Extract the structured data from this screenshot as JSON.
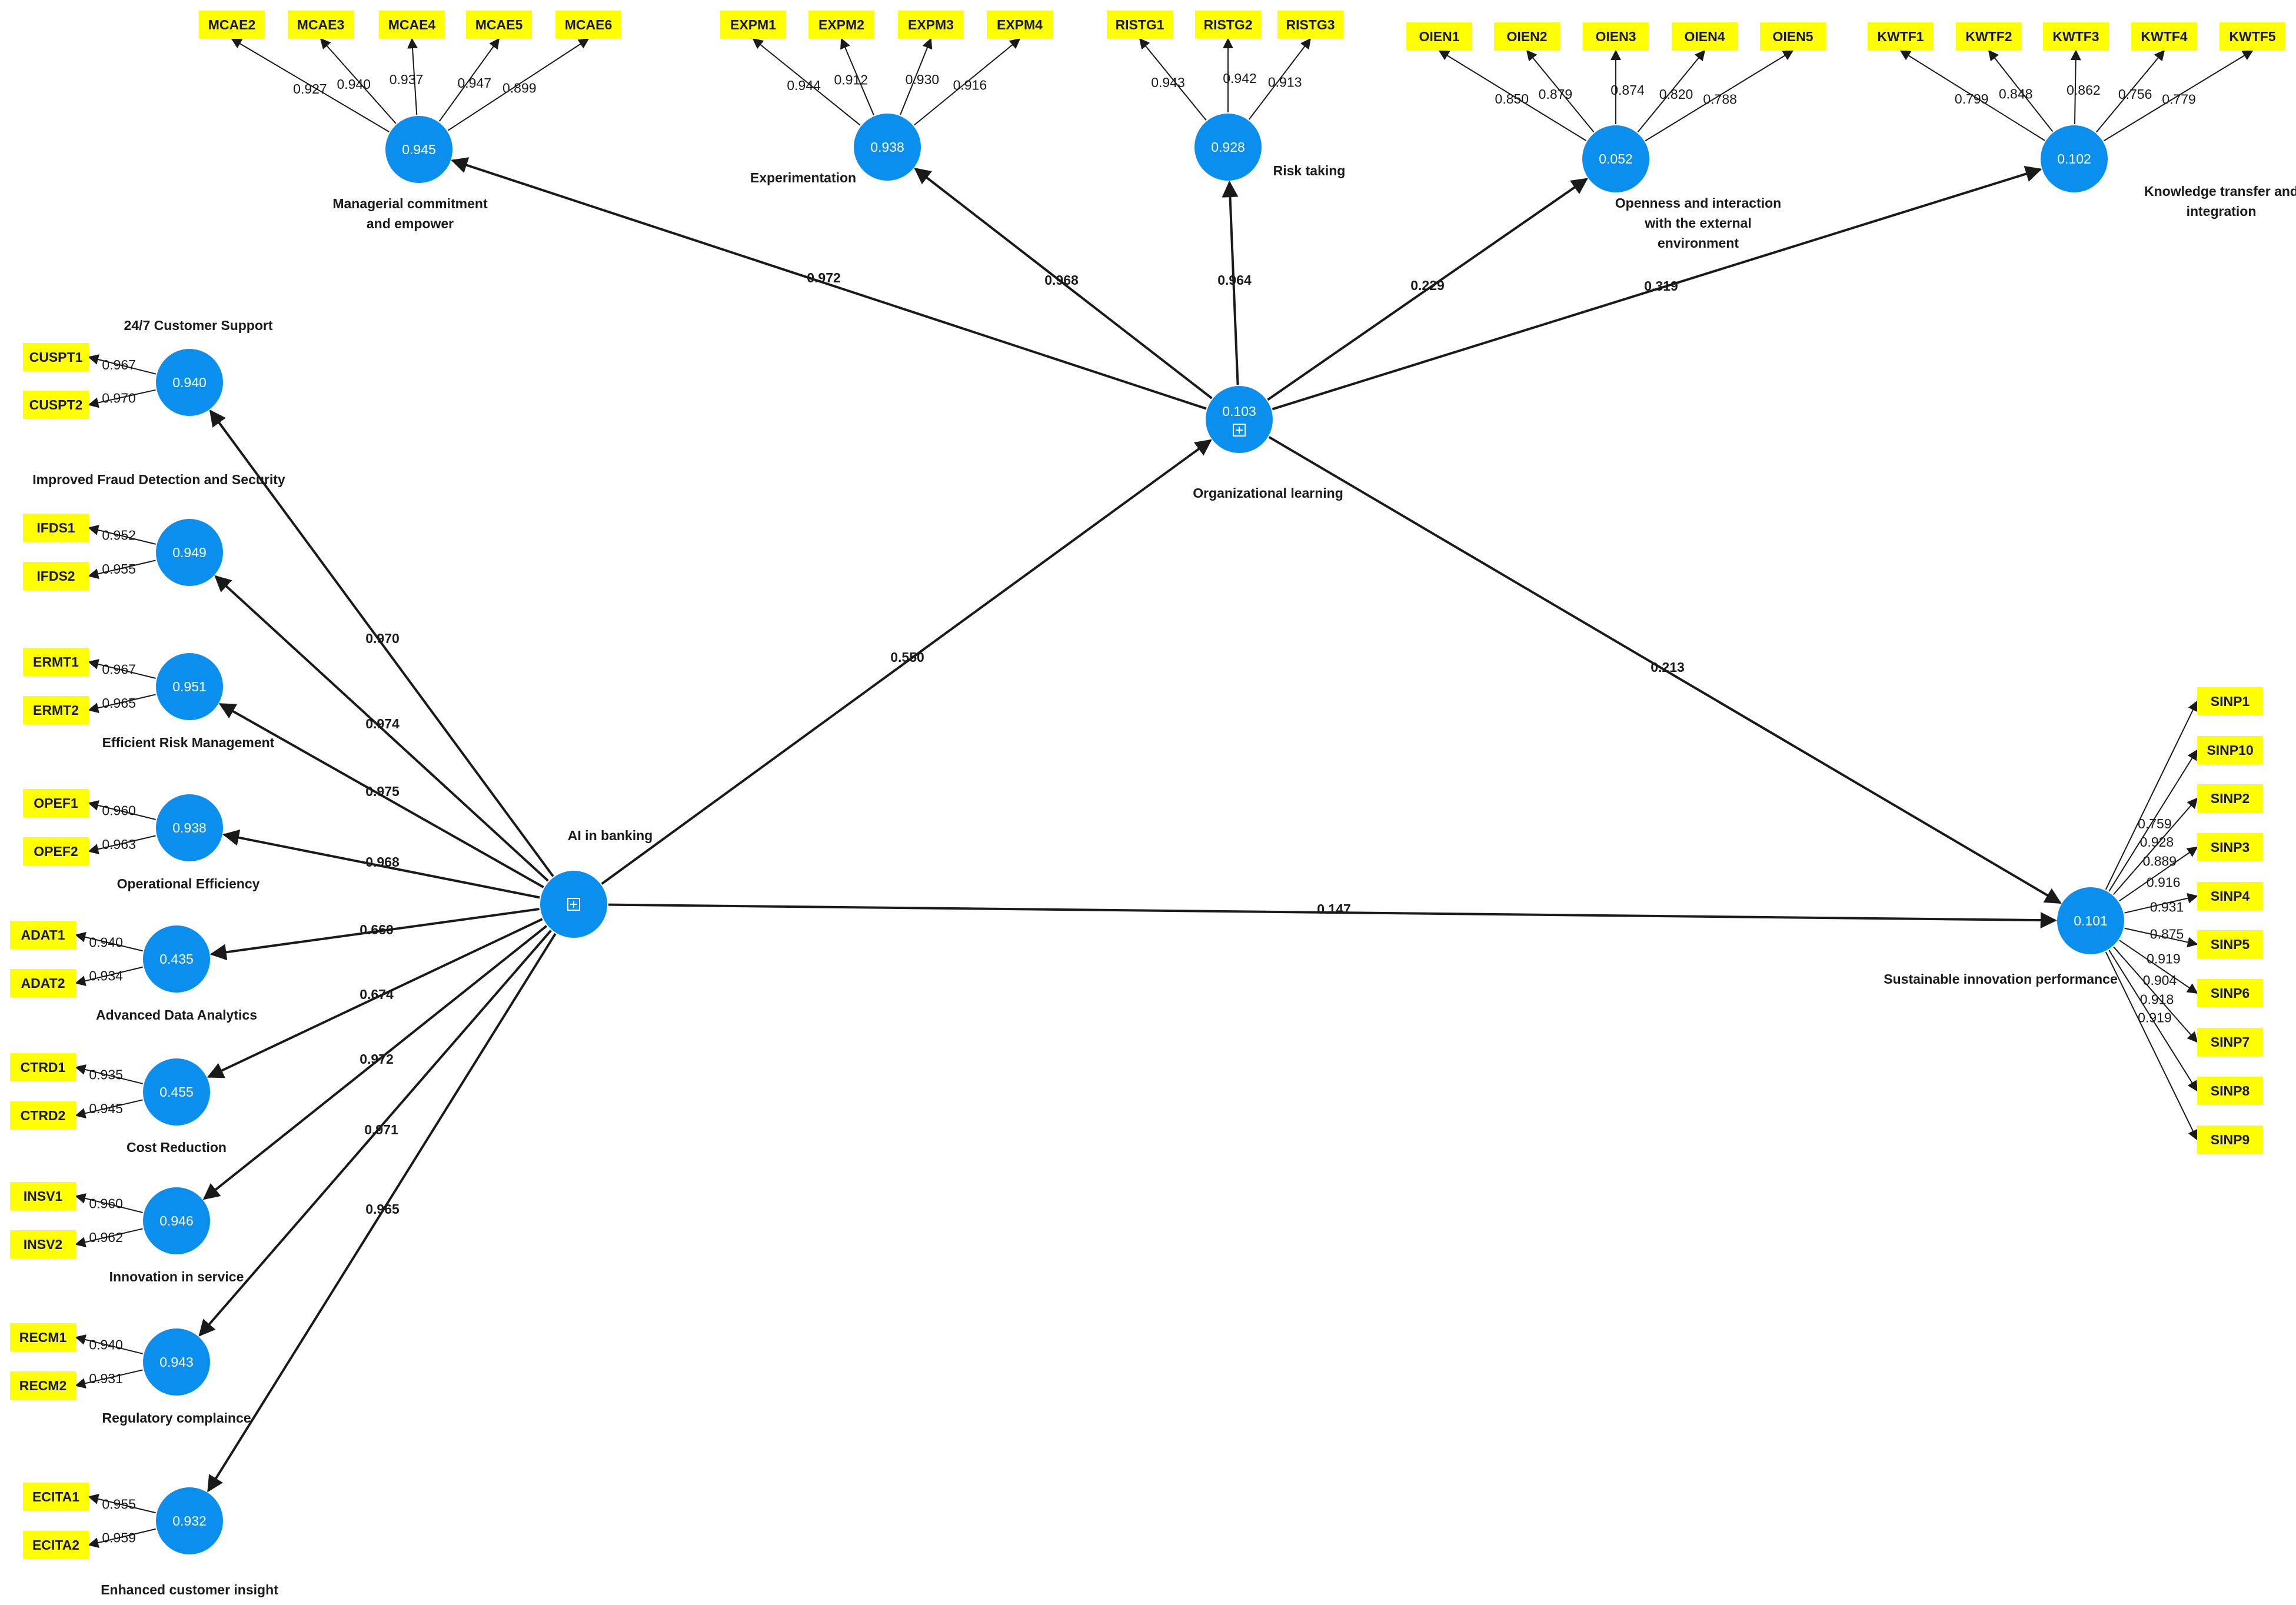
{
  "colors": {
    "construct_fill": "#0a8fef",
    "indicator_fill": "#ffff00",
    "line": "#1a1a1a",
    "value_text": "#ffffff"
  },
  "constructs": [
    {
      "id": "mcae",
      "name_lines": [
        "Managerial commitment",
        "and empower"
      ],
      "value": "0.945"
    },
    {
      "id": "expm",
      "name_lines": [
        "Experimentation"
      ],
      "value": "0.938"
    },
    {
      "id": "ristg",
      "name_lines": [
        "Risk taking"
      ],
      "value": "0.928"
    },
    {
      "id": "oien",
      "name_lines": [
        "Openness and interaction",
        "with the external",
        "environment"
      ],
      "value": "0.052"
    },
    {
      "id": "kwtf",
      "name_lines": [
        "Knowledge transfer and",
        "integration"
      ],
      "value": "0.102"
    },
    {
      "id": "ol",
      "name_lines": [
        "Organizational learning"
      ],
      "value": "0.103",
      "icon": "expand-icon"
    },
    {
      "id": "aib",
      "name_lines": [
        "AI in banking"
      ],
      "value": "",
      "icon": "expand-icon"
    },
    {
      "id": "sinp",
      "name_lines": [
        "Sustainable innovation performance"
      ],
      "value": "0.101"
    },
    {
      "id": "cuspt",
      "name_lines": [
        "24/7 Customer Support"
      ],
      "value": "0.940"
    },
    {
      "id": "ifds",
      "name_lines": [
        "Improved Fraud Detection and Security"
      ],
      "value": "0.949"
    },
    {
      "id": "ermt",
      "name_lines": [
        "Efficient Risk Management"
      ],
      "value": "0.951"
    },
    {
      "id": "opef",
      "name_lines": [
        "Operational Efficiency"
      ],
      "value": "0.938"
    },
    {
      "id": "adat",
      "name_lines": [
        "Advanced Data Analytics"
      ],
      "value": "0.435"
    },
    {
      "id": "ctrd",
      "name_lines": [
        "Cost Reduction"
      ],
      "value": "0.455"
    },
    {
      "id": "insv",
      "name_lines": [
        "Innovation in service"
      ],
      "value": "0.946"
    },
    {
      "id": "recm",
      "name_lines": [
        "Regulatory complaince"
      ],
      "value": "0.943"
    },
    {
      "id": "ecita",
      "name_lines": [
        "Enhanced customer insight"
      ],
      "value": "0.932"
    }
  ],
  "indicators": [
    {
      "construct": "mcae",
      "items": [
        {
          "name": "MCAE2",
          "loading": "0.927"
        },
        {
          "name": "MCAE3",
          "loading": "0.940"
        },
        {
          "name": "MCAE4",
          "loading": "0.937"
        },
        {
          "name": "MCAE5",
          "loading": "0.947"
        },
        {
          "name": "MCAE6",
          "loading": "0.899"
        }
      ]
    },
    {
      "construct": "expm",
      "items": [
        {
          "name": "EXPM1",
          "loading": "0.944"
        },
        {
          "name": "EXPM2",
          "loading": "0.912"
        },
        {
          "name": "EXPM3",
          "loading": "0.930"
        },
        {
          "name": "EXPM4",
          "loading": "0.916"
        }
      ]
    },
    {
      "construct": "ristg",
      "items": [
        {
          "name": "RISTG1",
          "loading": "0.943"
        },
        {
          "name": "RISTG2",
          "loading": "0.942"
        },
        {
          "name": "RISTG3",
          "loading": "0.913"
        }
      ]
    },
    {
      "construct": "oien",
      "items": [
        {
          "name": "OIEN1",
          "loading": "0.850"
        },
        {
          "name": "OIEN2",
          "loading": "0.879"
        },
        {
          "name": "OIEN3",
          "loading": "0.874"
        },
        {
          "name": "OIEN4",
          "loading": "0.820"
        },
        {
          "name": "OIEN5",
          "loading": "0.788"
        }
      ]
    },
    {
      "construct": "kwtf",
      "items": [
        {
          "name": "KWTF1",
          "loading": "0.799"
        },
        {
          "name": "KWTF2",
          "loading": "0.848"
        },
        {
          "name": "KWTF3",
          "loading": "0.862"
        },
        {
          "name": "KWTF4",
          "loading": "0.756"
        },
        {
          "name": "KWTF5",
          "loading": "0.779"
        }
      ]
    },
    {
      "construct": "cuspt",
      "items": [
        {
          "name": "CUSPT1",
          "loading": "0.967"
        },
        {
          "name": "CUSPT2",
          "loading": "0.970"
        }
      ]
    },
    {
      "construct": "ifds",
      "items": [
        {
          "name": "IFDS1",
          "loading": "0.952"
        },
        {
          "name": "IFDS2",
          "loading": "0.955"
        }
      ]
    },
    {
      "construct": "ermt",
      "items": [
        {
          "name": "ERMT1",
          "loading": "0.967"
        },
        {
          "name": "ERMT2",
          "loading": "0.965"
        }
      ]
    },
    {
      "construct": "opef",
      "items": [
        {
          "name": "OPEF1",
          "loading": "0.960"
        },
        {
          "name": "OPEF2",
          "loading": "0.963"
        }
      ]
    },
    {
      "construct": "adat",
      "items": [
        {
          "name": "ADAT1",
          "loading": "0.940"
        },
        {
          "name": "ADAT2",
          "loading": "0.934"
        }
      ]
    },
    {
      "construct": "ctrd",
      "items": [
        {
          "name": "CTRD1",
          "loading": "0.935"
        },
        {
          "name": "CTRD2",
          "loading": "0.945"
        }
      ]
    },
    {
      "construct": "insv",
      "items": [
        {
          "name": "INSV1",
          "loading": "0.960"
        },
        {
          "name": "INSV2",
          "loading": "0.962"
        }
      ]
    },
    {
      "construct": "recm",
      "items": [
        {
          "name": "RECM1",
          "loading": "0.940"
        },
        {
          "name": "RECM2",
          "loading": "0.931"
        }
      ]
    },
    {
      "construct": "ecita",
      "items": [
        {
          "name": "ECITA1",
          "loading": "0.955"
        },
        {
          "name": "ECITA2",
          "loading": "0.959"
        }
      ]
    },
    {
      "construct": "sinp",
      "items": [
        {
          "name": "SINP1",
          "loading": "0.759"
        },
        {
          "name": "SINP10",
          "loading": "0.928"
        },
        {
          "name": "SINP2",
          "loading": "0.889"
        },
        {
          "name": "SINP3",
          "loading": "0.916"
        },
        {
          "name": "SINP4",
          "loading": "0.931"
        },
        {
          "name": "SINP5",
          "loading": "0.875"
        },
        {
          "name": "SINP6",
          "loading": "0.919"
        },
        {
          "name": "SINP7",
          "loading": "0.904"
        },
        {
          "name": "SINP8",
          "loading": "0.918"
        },
        {
          "name": "SINP9",
          "loading": "0.919"
        }
      ]
    }
  ],
  "paths": [
    {
      "from": "ol",
      "to": "mcae",
      "coefficient": "0.972"
    },
    {
      "from": "ol",
      "to": "expm",
      "coefficient": "0.968"
    },
    {
      "from": "ol",
      "to": "ristg",
      "coefficient": "0.964"
    },
    {
      "from": "ol",
      "to": "oien",
      "coefficient": "0.229"
    },
    {
      "from": "ol",
      "to": "kwtf",
      "coefficient": "0.319"
    },
    {
      "from": "aib",
      "to": "ol",
      "coefficient": "0.550"
    },
    {
      "from": "ol",
      "to": "sinp",
      "coefficient": "0.213"
    },
    {
      "from": "aib",
      "to": "sinp",
      "coefficient": "0.147"
    },
    {
      "from": "aib",
      "to": "cuspt",
      "coefficient": "0.970"
    },
    {
      "from": "aib",
      "to": "ifds",
      "coefficient": "0.974"
    },
    {
      "from": "aib",
      "to": "ermt",
      "coefficient": "0.975"
    },
    {
      "from": "aib",
      "to": "opef",
      "coefficient": "0.968"
    },
    {
      "from": "aib",
      "to": "adat",
      "coefficient": "0.660"
    },
    {
      "from": "aib",
      "to": "ctrd",
      "coefficient": "0.674"
    },
    {
      "from": "aib",
      "to": "insv",
      "coefficient": "0.972"
    },
    {
      "from": "aib",
      "to": "recm",
      "coefficient": "0.971"
    },
    {
      "from": "aib",
      "to": "ecita",
      "coefficient": "0.965"
    }
  ]
}
